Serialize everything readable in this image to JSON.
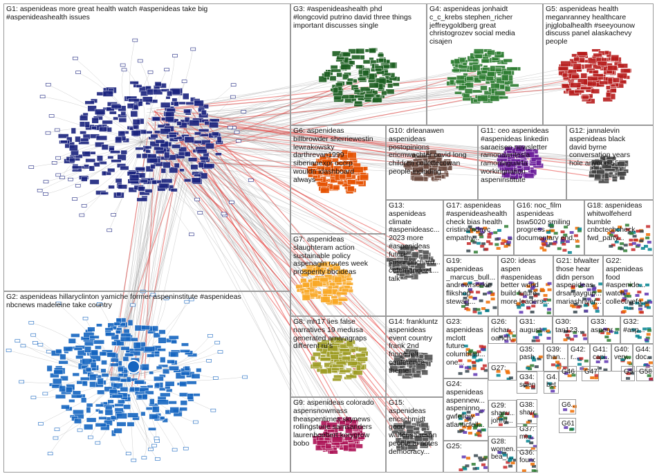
{
  "groups": [
    {
      "id": "G1",
      "label": "G1: aspenideas more great health watch #aspenideas take big\n#aspenideashealth issues"
    },
    {
      "id": "G2",
      "label": "G2: aspenideas hillaryclinton yamiche former aspeninstitute #aspenideas\nnbcnews madeleine take country"
    },
    {
      "id": "G3",
      "label": "G3: #aspenideashealth phd\n#longcovid putrino david three things\nimportant discusses single"
    },
    {
      "id": "G4",
      "label": "G4: aspenideas jonhaidt\nc_c_krebs stephen_richer\njeffreygoldberg great\nchristogrozev social media\ncisajen"
    },
    {
      "id": "G5",
      "label": "G5: aspenideas health\nmeganranney healthcare\njnjglobalhealth #seeyounow\ndiscuss panel alaskachevy\npeople"
    },
    {
      "id": "G6",
      "label": "G6: aspenideas\nbillbrowder sherriewestin\nlewrakowsky\ndarthrevan1999\nsiberianexpr occrp\nwouldn idashboard\nalways"
    },
    {
      "id": "G7",
      "label": "G7: aspenideas\nslaughteram action\nsustainable policy\naspenagln routes week\nprosperity bbcideas"
    },
    {
      "id": "G8",
      "label": "G8: mh17 lies false\nnarratives 19 medusa\ngenerated amaragraps\ndifferent ru's"
    },
    {
      "id": "G9",
      "label": "G9: aspenideas colorado\naspensnowmass\ntheaspentimes skynews\nrollingstone samsanders\nlaurenboebert korygrow\nbobo"
    },
    {
      "id": "G10",
      "label": "G10: drleanawen\naspenideas\npostopinions\nericmwachter covid long\nchildren collettecowan\npeople including"
    },
    {
      "id": "G11",
      "label": "G11: ceo aspenideas\n#aspenideas linkedin\nsaraeisen newsletter\nramonawritesla\nramonlaguarta\nworkingnation\naspeninstitute"
    },
    {
      "id": "G12",
      "label": "G12: jannalevin\naspenideas black\ndavid byrne\nconversation years\nhole anyone 55"
    },
    {
      "id": "G13",
      "label": "G13:\naspenideas\nclimate\n#aspenideasc...\n2023 more\n#aspenideas\nfuture\nsusanprichard...\ncefernandez1...\ntalk"
    },
    {
      "id": "G14",
      "label": "G14: frankluntz\naspenideas\nevent country\nfrank 2nd\nfringe left\nconference\ntheme"
    },
    {
      "id": "G15",
      "label": "G15:\naspenideas\nericschmidt\ngood\nwalterisaacson\npeople ai notes\ndemocracy..."
    },
    {
      "id": "G16",
      "label": "G16: noc_film\naspenideas\nbsw5020 smiling\nprogress\ndocumentary end..."
    },
    {
      "id": "G17",
      "label": "G17: aspenideas\n#aspenideashealth\ncheck bias health\ncristinamdnyc\nempathy..."
    },
    {
      "id": "G18",
      "label": "G18: aspenideas\nwhitwolfeherd\nbumble\ncnbctechcheck\nfwd_party..."
    },
    {
      "id": "G19",
      "label": "G19:\naspenideas\n_marcus_bull...\nandrewrsorkin\nflikshop\nstewart..."
    },
    {
      "id": "G20",
      "label": "G20: ideas\naspen\n#aspenideas\nbetter world\nbuild future\nmore leaders..."
    },
    {
      "id": "G21",
      "label": "G21: bfwalter\nthose hear\ndidn person\naspenideas\ndrsanjaygup...\nmariashriver..."
    },
    {
      "id": "G22",
      "label": "G22:\naspenideas\nfood\n#aspenide...\nwatch\ncollectivefa..."
    },
    {
      "id": "G23",
      "label": "G23:\naspenideas\nmclott\nfuture\ncolumbiau...\none..."
    },
    {
      "id": "G24",
      "label": "G24:\naspenideas\naspennew...\naspeninno...\ngwfellow\natlanticfell..."
    },
    {
      "id": "G25",
      "label": "G25:"
    },
    {
      "id": "G26",
      "label": "G26:\nrichar...\noarich...\naspen..."
    },
    {
      "id": "G27",
      "label": "G27:"
    },
    {
      "id": "G28",
      "label": "G28:\nwomen...\nbea_l..."
    },
    {
      "id": "G29",
      "label": "G29:\nshanu...\njohnjl..."
    },
    {
      "id": "G30",
      "label": "G30:\ntan123..."
    },
    {
      "id": "G31",
      "label": "G31:\naugust..."
    },
    {
      "id": "G32",
      "label": "G32:\n#asp..."
    },
    {
      "id": "G33",
      "label": "G33:\naspenr..."
    },
    {
      "id": "G34",
      "label": "G34:\nscien..."
    },
    {
      "id": "G35",
      "label": "G35:\npash..."
    },
    {
      "id": "G36",
      "label": "G36:\nfound..."
    },
    {
      "id": "G37",
      "label": "G37:\nmtu..."
    },
    {
      "id": "G38",
      "label": "G38:\nshare..."
    },
    {
      "id": "G39",
      "label": "G39:\nthan..."
    },
    {
      "id": "G40",
      "label": "G40:\nvery..."
    },
    {
      "id": "G41",
      "label": "G41:\ncapi..."
    },
    {
      "id": "G42",
      "label": "G42:\nr..."
    },
    {
      "id": "G44",
      "label": "G44:\ndoc..."
    },
    {
      "id": "G4x",
      "label": "G4...\nbet..."
    },
    {
      "id": "G46",
      "label": "G46:"
    },
    {
      "id": "G47",
      "label": "G47:"
    },
    {
      "id": "G5x",
      "label": "G5..."
    },
    {
      "id": "G58",
      "label": "G58:"
    },
    {
      "id": "G61",
      "label": "G61:"
    },
    {
      "id": "G6x",
      "label": "G6..."
    }
  ],
  "colors": {
    "G1": "#1a237e",
    "G2": "#1565c0",
    "G3": "#1b5e20",
    "G4": "#2e7d32",
    "G5": "#b71c1c",
    "G6": "#e65100",
    "G7": "#f9a825",
    "G8": "#9e9d24",
    "G9": "#ad1457",
    "G10": "#6d4c41",
    "G11": "#6a1b9a",
    "G12": "#424242",
    "edges": "#9e9e9e",
    "red_edges": "#e53935"
  },
  "icons": [
    "node-cluster-icon"
  ]
}
